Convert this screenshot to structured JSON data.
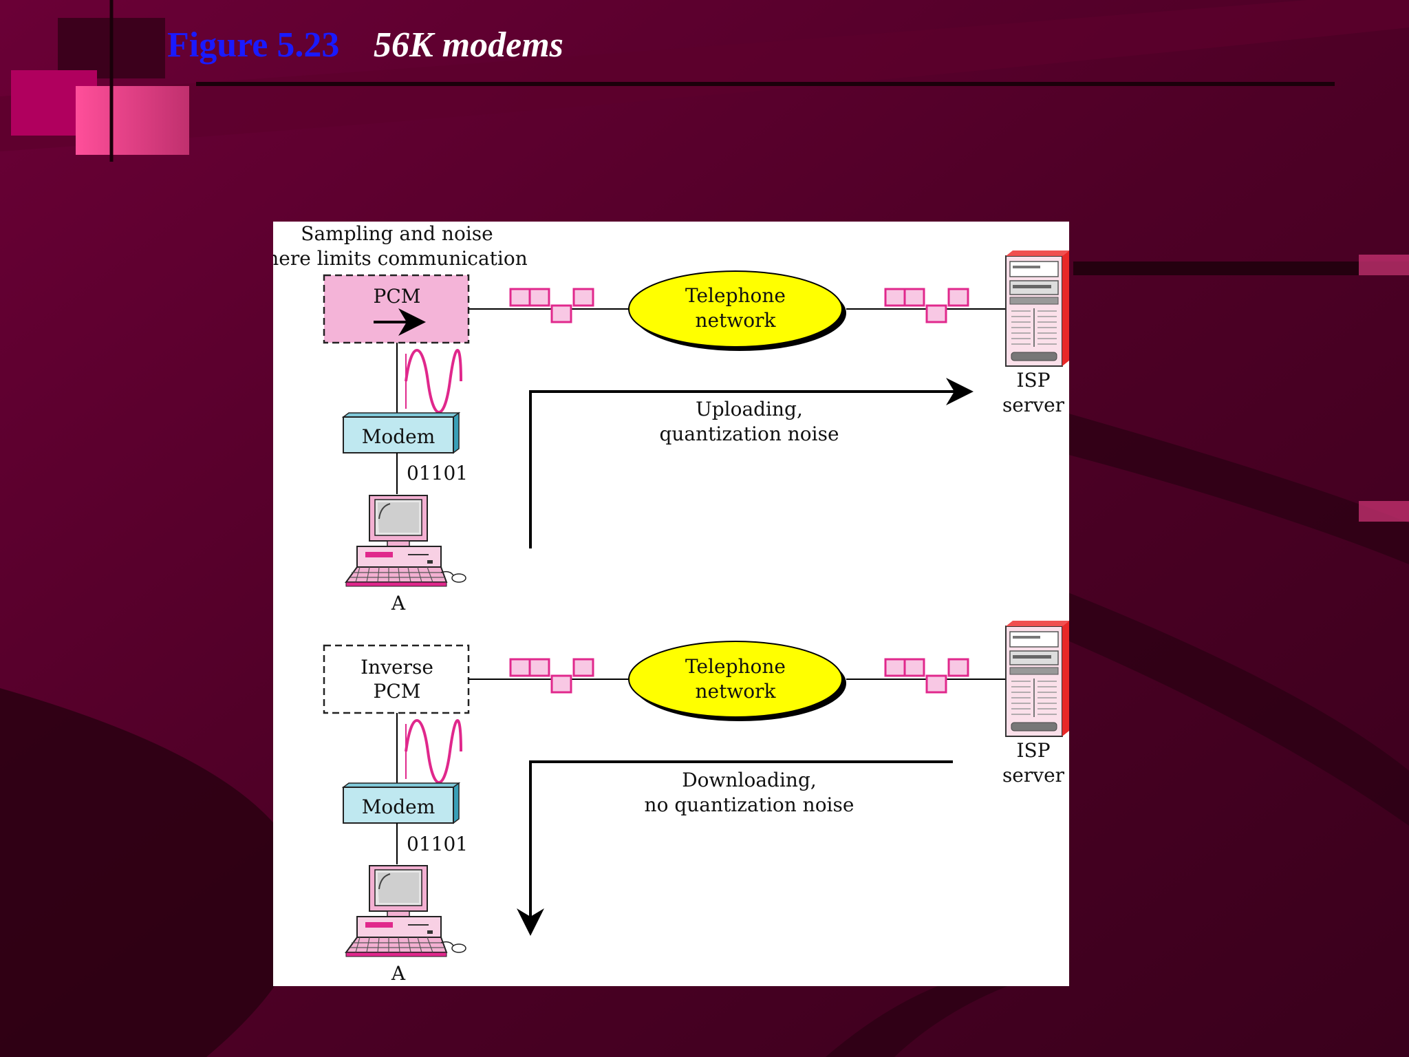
{
  "slide": {
    "figure_number": "Figure 5.23",
    "figure_title": "56K modems"
  },
  "upload": {
    "annotation_line1": "Sampling and noise",
    "annotation_line2": "here limits communication",
    "converter_label": "PCM",
    "network_line1": "Telephone",
    "network_line2": "network",
    "server_line1": "ISP",
    "server_line2": "server",
    "modem_label": "Modem",
    "bits": "01101",
    "computer_label": "A",
    "direction_line1": "Uploading,",
    "direction_line2": "quantization noise"
  },
  "download": {
    "converter_line1": "Inverse",
    "converter_line2": "PCM",
    "network_line1": "Telephone",
    "network_line2": "network",
    "server_line1": "ISP",
    "server_line2": "server",
    "modem_label": "Modem",
    "bits": "01101",
    "computer_label": "A",
    "direction_line1": "Downloading,",
    "direction_line2": "no quantization noise"
  },
  "colors": {
    "background": "#4a0024",
    "pcm_fill": "#f4b4d8",
    "network_fill": "#ffff00",
    "modem_fill": "#bfe8f0",
    "signal": "#e0288c",
    "server_accent": "#e82828"
  }
}
